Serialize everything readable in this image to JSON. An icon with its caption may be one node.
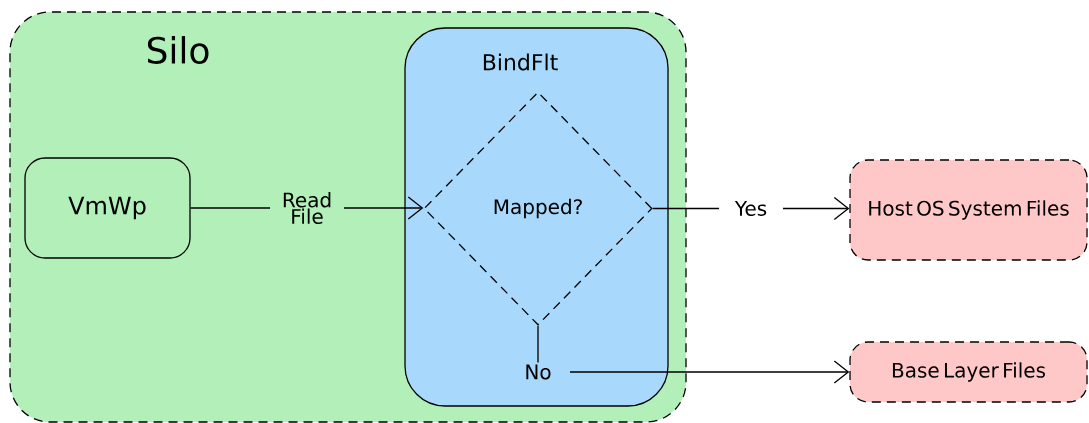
{
  "diagram": {
    "nodes": [
      {
        "text": [
          "Silo"
        ]
      },
      {
        "text": [
          "VmWp"
        ],
        "in": 0
      },
      {
        "text": [
          "BindFlt"
        ],
        "in": 0
      },
      {
        "text": [
          "Mapped?"
        ],
        "in": 2
      },
      {
        "text": [
          "Host OS System Files"
        ]
      },
      {
        "text": [
          "Base Layer Files"
        ]
      }
    ],
    "edges": [
      {
        "from": 1,
        "to": 3,
        "arrow": "to",
        "label": "Read File"
      },
      {
        "from": 3,
        "to": 4,
        "arrow": "to",
        "label": "Yes"
      },
      {
        "from": 3,
        "to": 5,
        "arrow": "to",
        "label": "No"
      }
    ]
  }
}
